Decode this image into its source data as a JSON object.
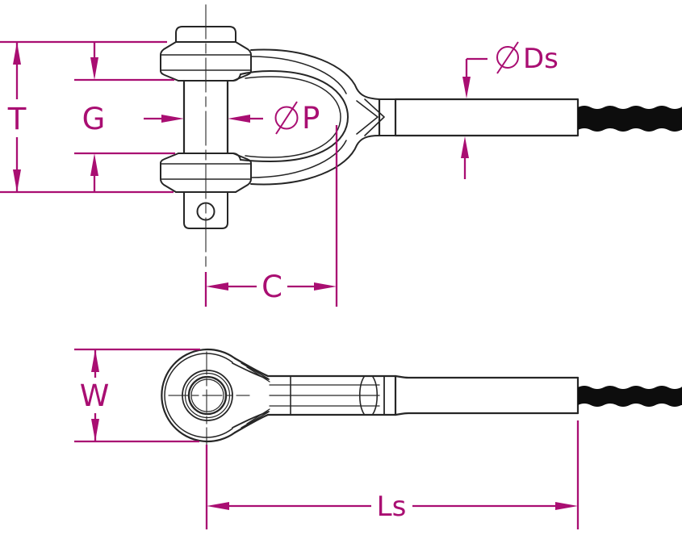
{
  "drawing": {
    "colors": {
      "dimension_accent": "#a90e72",
      "outline": "#262626",
      "rope_fill": "#0d0d0d",
      "background": "#ffffff"
    },
    "dimensions": {
      "T": {
        "label": "T"
      },
      "G": {
        "label": "G"
      },
      "P": {
        "label": "P",
        "symbol": "⌀",
        "display": "⌀P"
      },
      "Ds": {
        "label": "Ds",
        "symbol": "⌀",
        "display": "⌀Ds"
      },
      "C": {
        "label": "C"
      },
      "W": {
        "label": "W"
      },
      "Ls": {
        "label": "Ls"
      }
    }
  }
}
